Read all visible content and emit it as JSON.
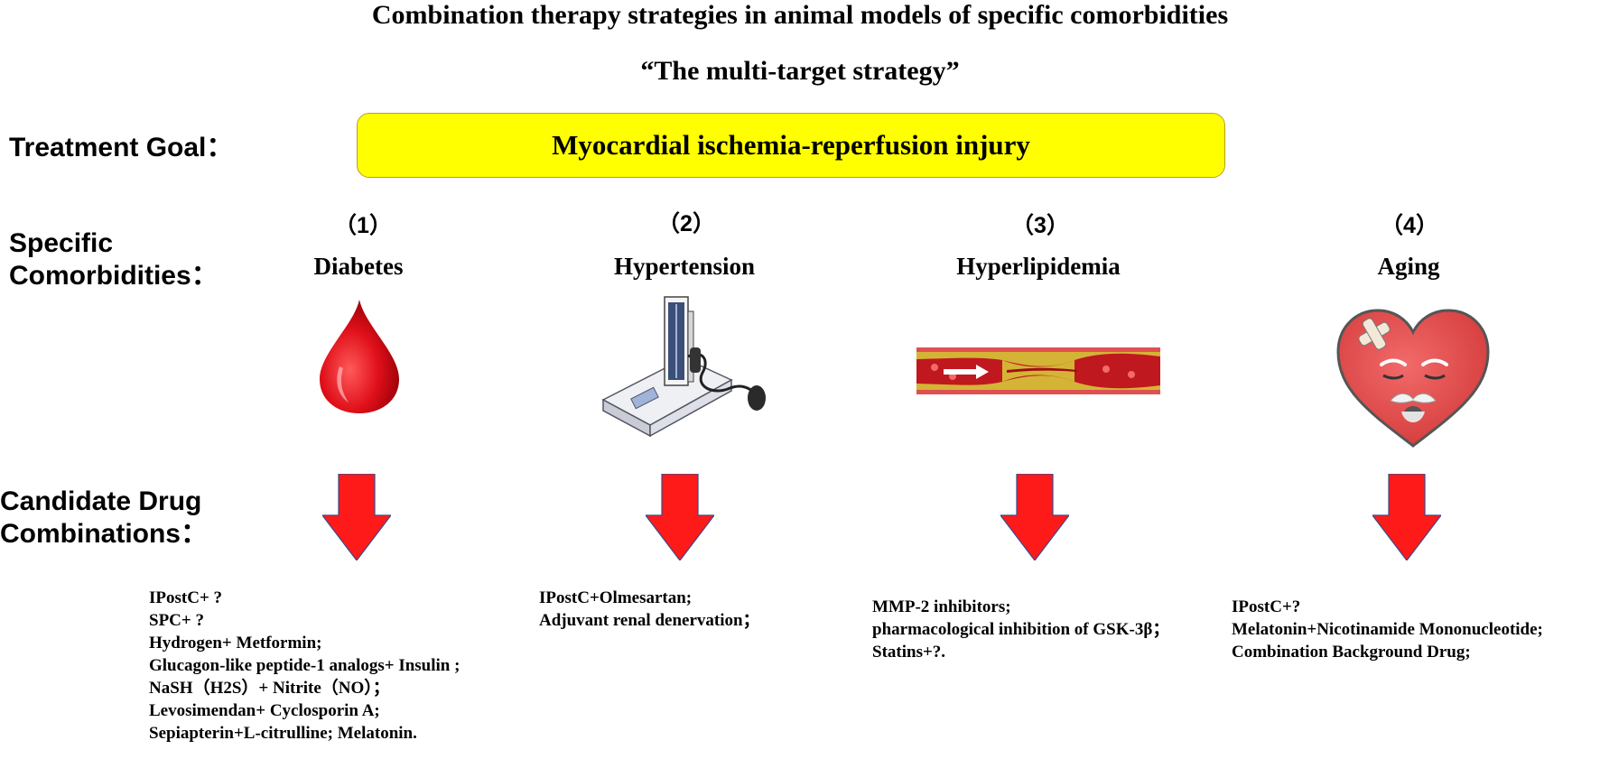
{
  "header": {
    "title": "Combination therapy strategies in animal models of specific comorbidities",
    "subtitle": "“The multi-target strategy”"
  },
  "rows": {
    "treatment_goal_label": "Treatment Goal：",
    "comorbidities_label_line1": "Specific",
    "comorbidities_label_line2": "Comorbidities：",
    "combinations_label_line1": "Candidate Drug",
    "combinations_label_line2": "Combinations："
  },
  "goal": {
    "text": "Myocardial ischemia-reperfusion injury",
    "color": "#ffff00"
  },
  "arrow_color": "#ff1a1a",
  "comorbidities": [
    {
      "number": "（1）",
      "name": "Diabetes",
      "icon": "blood-drop-icon",
      "drugs": [
        "IPostC+ ?",
        "SPC+ ?",
        "Hydrogen+ Metformin;",
        "Glucagon-like peptide-1 analogs+ Insulin ;",
        "NaSH（H2S）+ Nitrite（NO）；",
        "Levosimendan+ Cyclosporin A;",
        "Sepiapterin+L-citrulline; Melatonin."
      ]
    },
    {
      "number": "（2）",
      "name": "Hypertension",
      "icon": "blood-pressure-monitor-icon",
      "drugs": [
        "IPostC+Olmesartan;",
        "Adjuvant renal denervation；"
      ]
    },
    {
      "number": "（3）",
      "name": "Hyperlipidemia",
      "icon": "clogged-artery-icon",
      "drugs": [
        "MMP-2 inhibitors;",
        "pharmacological inhibition of GSK-3β；",
        "Statins+?."
      ]
    },
    {
      "number": "（4）",
      "name": "Aging",
      "icon": "aged-heart-icon",
      "drugs": [
        "IPostC+?",
        "Melatonin+Nicotinamide Mononucleotide;",
        "Combination Background Drug;"
      ]
    }
  ]
}
